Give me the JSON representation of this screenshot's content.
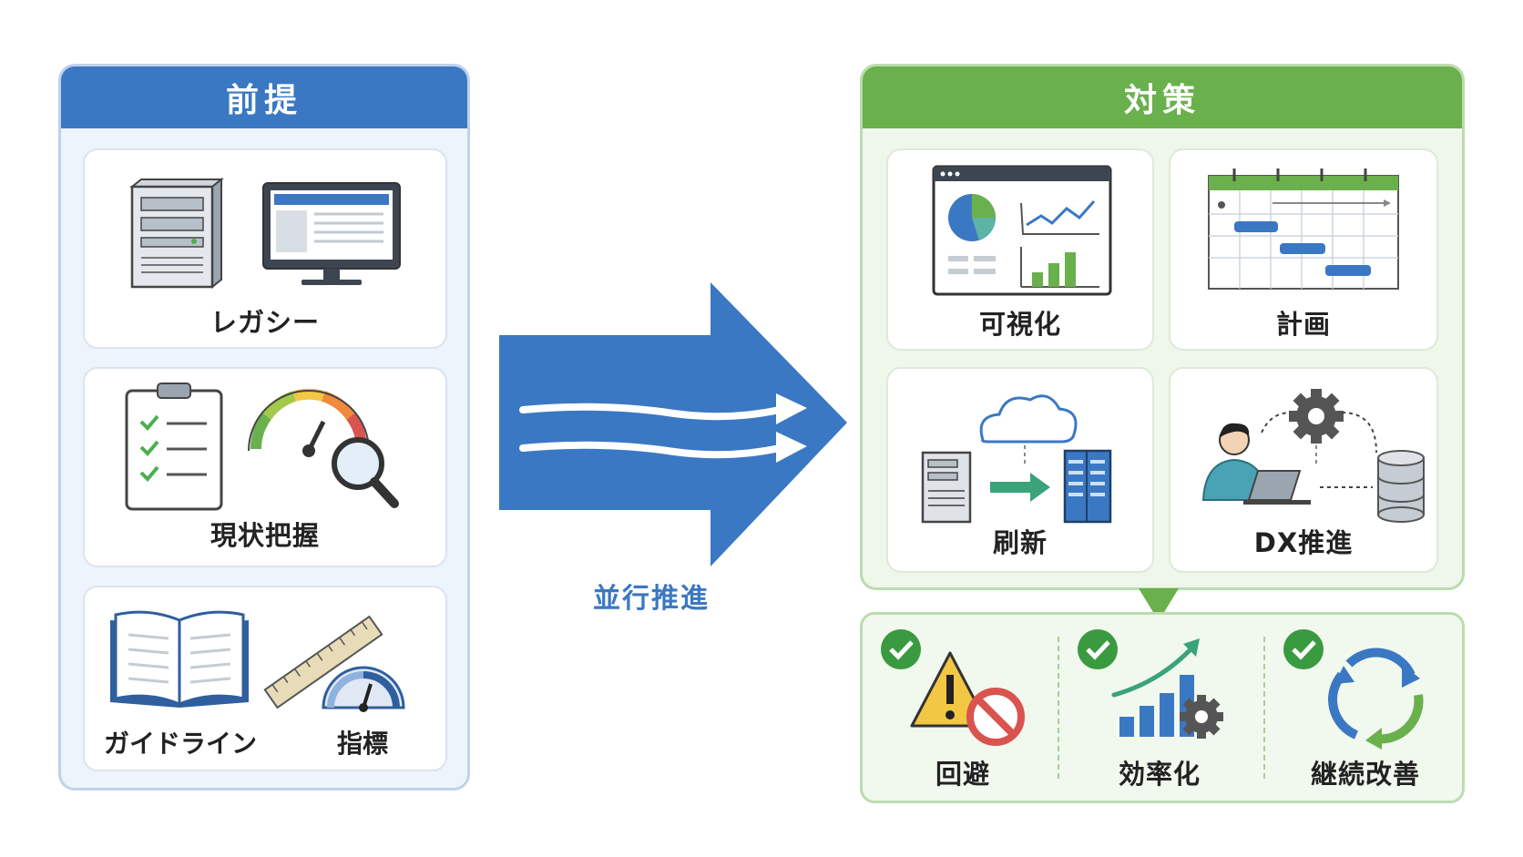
{
  "premise": {
    "title": "前提",
    "cards": [
      {
        "label": "レガシー"
      },
      {
        "label": "現状把握"
      },
      {
        "sublabels": [
          "ガイドライン",
          "指標"
        ]
      }
    ]
  },
  "connector": {
    "label": "並行推進"
  },
  "measures": {
    "title": "対策",
    "cards": [
      {
        "label": "可視化"
      },
      {
        "label": "計画"
      },
      {
        "label": "刷新"
      },
      {
        "label": "DX推進"
      }
    ]
  },
  "results": [
    {
      "label": "回避"
    },
    {
      "label": "効率化"
    },
    {
      "label": "継続改善"
    }
  ],
  "colors": {
    "blue": "#3b78c3",
    "green": "#6ab04c"
  }
}
